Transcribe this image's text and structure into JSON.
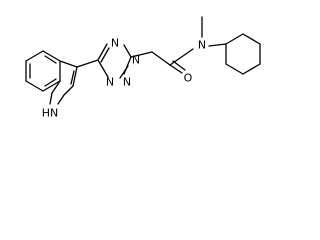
{
  "molecule": {
    "atom_labels": {
      "tetrazole_n1": "N",
      "tetrazole_n2": "N",
      "tetrazole_n3": "N",
      "tetrazole_n4": "N",
      "amide_o": "O",
      "amide_n": "N",
      "indole_nh": "HN"
    }
  }
}
